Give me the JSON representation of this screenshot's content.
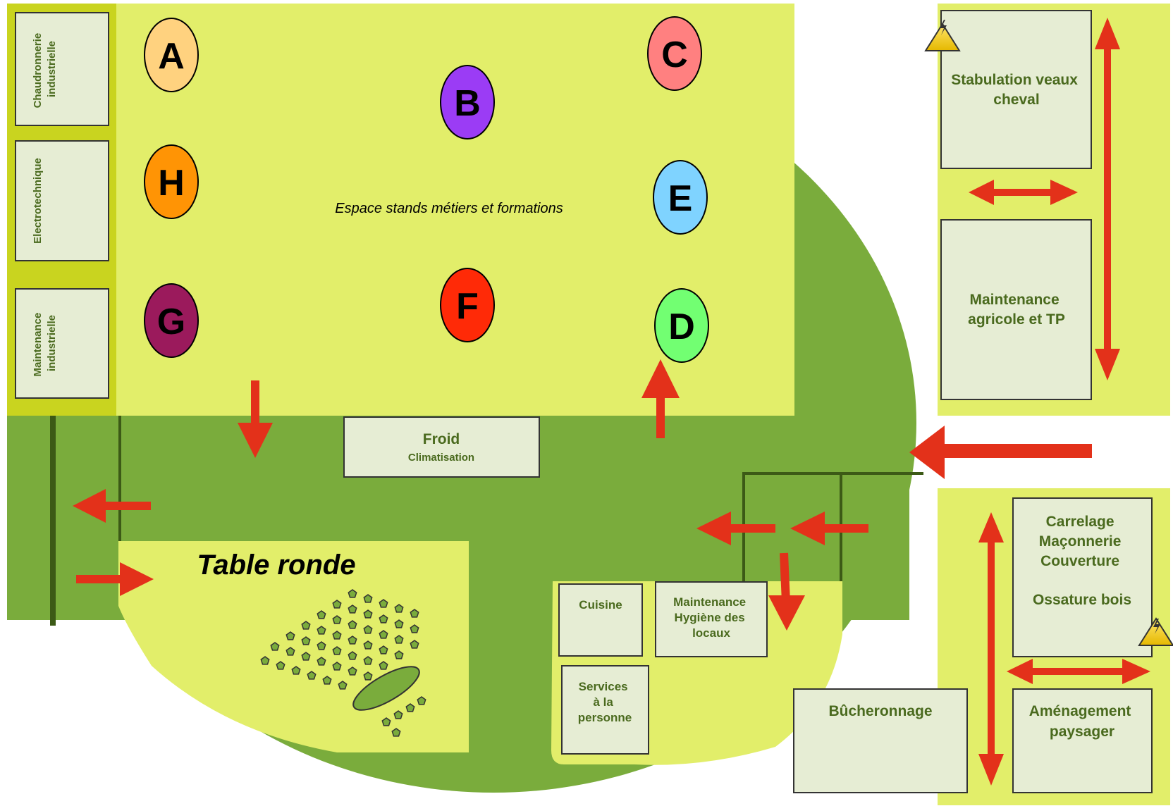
{
  "colors": {
    "yellow_green": "#e2ee6a",
    "dark_green": "#7aac3c",
    "sidebar_green": "#c9d41f",
    "box_fill": "#e6edd4",
    "arrow_red": "#e3311a",
    "label_green": "#4a6a1e"
  },
  "workshops_left": {
    "chaudronnerie": [
      "Chaudronnerie",
      "industrielle"
    ],
    "electrotechnique": [
      "Electrotechnique"
    ],
    "maintenance_industrielle": [
      "Maintenance",
      "industrielle"
    ]
  },
  "central": {
    "caption": "Espace stands métiers et formations",
    "stands": [
      {
        "letter": "A",
        "color": "#ffd27f"
      },
      {
        "letter": "B",
        "color": "#9b3cf5"
      },
      {
        "letter": "C",
        "color": "#ff8080"
      },
      {
        "letter": "H",
        "color": "#ff9405"
      },
      {
        "letter": "E",
        "color": "#7fd3ff"
      },
      {
        "letter": "G",
        "color": "#9b1a5c"
      },
      {
        "letter": "F",
        "color": "#ff2a07"
      },
      {
        "letter": "D",
        "color": "#72ff72"
      }
    ]
  },
  "froid": {
    "title": "Froid",
    "subtitle": "Climatisation"
  },
  "table_ronde": {
    "title": "Table ronde"
  },
  "rooms_bottom": {
    "cuisine": "Cuisine",
    "maintenance_hygiene": [
      "Maintenance",
      "Hygiène des",
      "locaux"
    ],
    "services": [
      "Services",
      "à la",
      "personne"
    ]
  },
  "right_top": {
    "stabulation": [
      "Stabulation veaux",
      "cheval"
    ],
    "maintenance_agricole": [
      "Maintenance",
      "agricole et TP"
    ],
    "hazard_icon": "warning-electric-icon"
  },
  "right_bottom": {
    "carrelage": [
      "Carrelage",
      "Maçonnerie",
      "Couverture",
      "",
      "Ossature bois"
    ],
    "amenagement": [
      "Aménagement",
      "paysager"
    ],
    "bucheronnage": "Bûcheronnage",
    "hazard_icon": "warning-electric-icon"
  }
}
